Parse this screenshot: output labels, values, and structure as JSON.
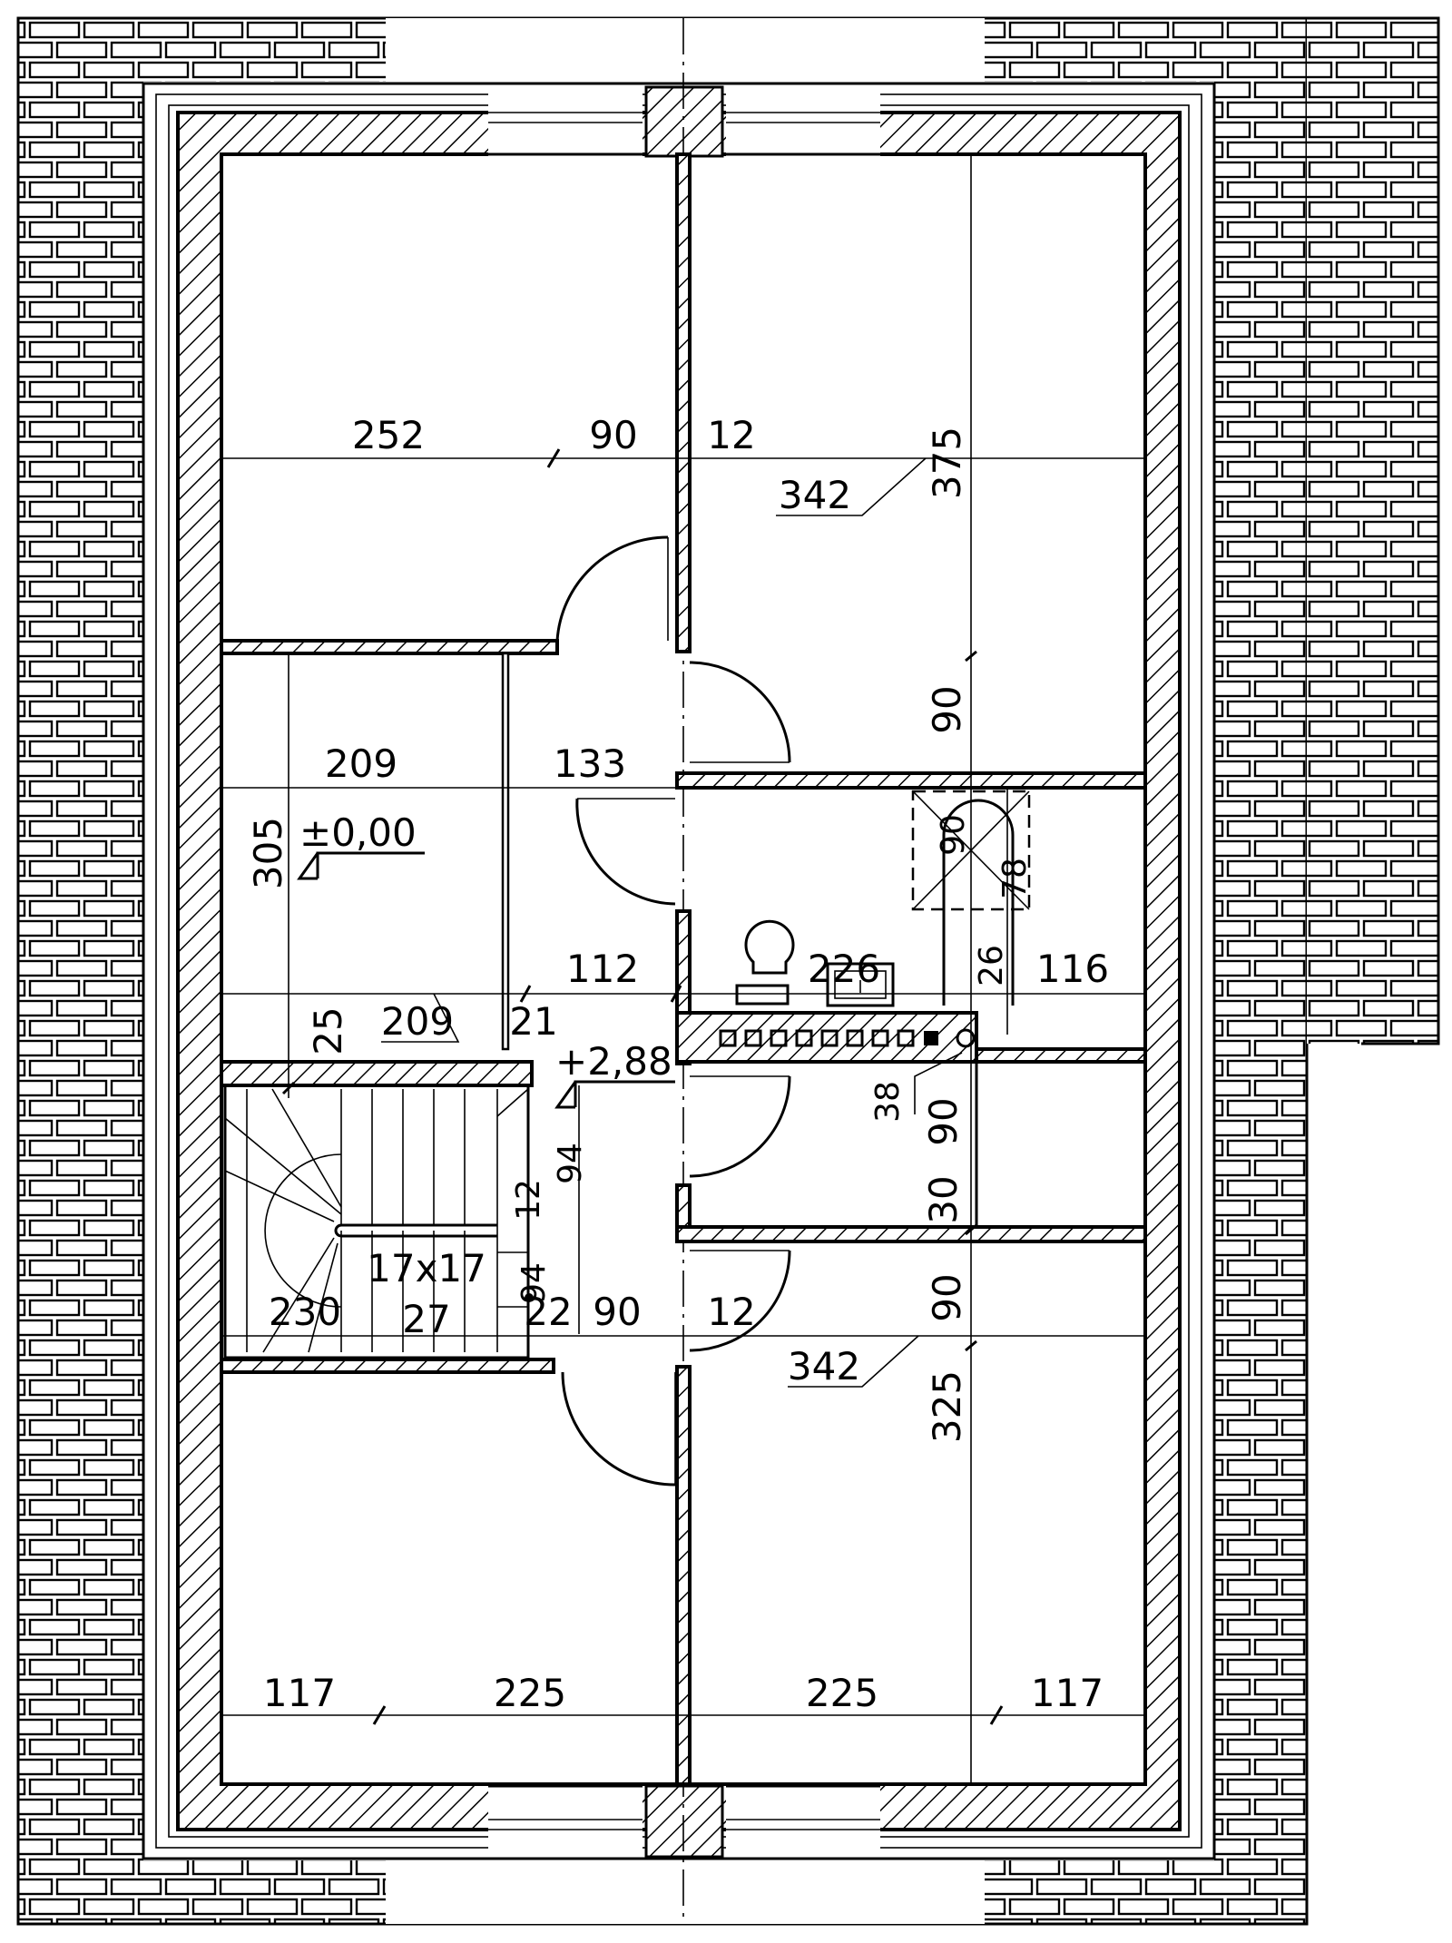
{
  "plan": {
    "dimensions": {
      "bedroom_top_left_width": "252",
      "top_hall_door": "90",
      "top_wall": "12",
      "bedroom_top_right_area": "342",
      "bedroom_top_right_depth": "375",
      "right_door_height": "90",
      "closet_width": "209",
      "hall_width": "133",
      "closet_depth": "305",
      "hall_lower_width": "112",
      "bathroom_width": "226",
      "bath_right_width": "116",
      "closet_area": "209",
      "closet_door": "25",
      "hall_gap": "21",
      "bath_tub_a": "90",
      "bath_tub_b": "78",
      "bath_small": "26",
      "shaft": "38",
      "wc_door": "90",
      "wc_wall": "30",
      "stair_a": "94",
      "stair_b": "12",
      "stair_c": "94",
      "stair_d": "22",
      "stair_width": "230",
      "bottom_hall_door": "90",
      "bottom_wall": "12",
      "bedroom_bottom_right_area": "342",
      "bedroom_bottom_right_door": "90",
      "bedroom_bottom_right_depth": "325",
      "bottom_left_a": "117",
      "bottom_left_b": "225",
      "bottom_right_a": "225",
      "bottom_right_b": "117"
    },
    "levels": {
      "ground": "±0,00",
      "upper": "+2,88"
    },
    "stairs": {
      "step_size": "17x17",
      "step_count": "27"
    }
  }
}
